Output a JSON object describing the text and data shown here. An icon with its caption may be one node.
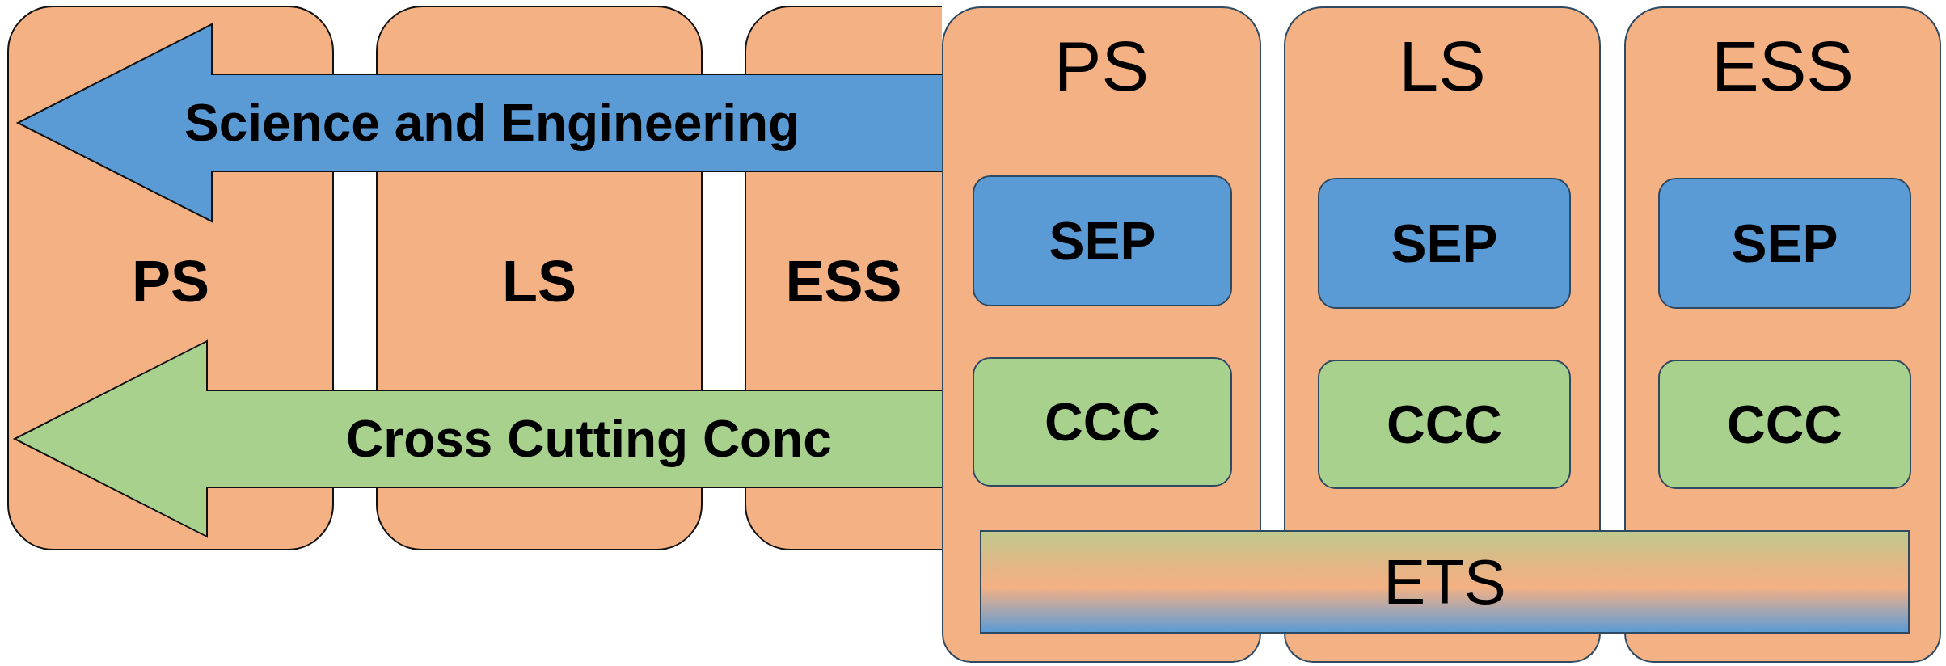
{
  "diagram": {
    "nodes": [
      {
        "text": [
          "PS"
        ]
      },
      {
        "text": [
          "LS"
        ]
      },
      {
        "text": [
          "ESS"
        ]
      },
      {
        "text": [
          "Science and Engineering"
        ]
      },
      {
        "text": [
          "Cross Cutting Conc"
        ]
      },
      {
        "text": [
          "PS"
        ]
      },
      {
        "text": [
          "SEP"
        ],
        "in": 5
      },
      {
        "text": [
          "CCC"
        ],
        "in": 5
      },
      {
        "text": [
          "LS"
        ]
      },
      {
        "text": [
          "SEP"
        ],
        "in": 8
      },
      {
        "text": [
          "CCC"
        ],
        "in": 8
      },
      {
        "text": [
          "ESS"
        ]
      },
      {
        "text": [
          "SEP"
        ],
        "in": 11
      },
      {
        "text": [
          "CCC"
        ],
        "in": 11
      },
      {
        "text": [
          "ETS"
        ]
      }
    ]
  }
}
